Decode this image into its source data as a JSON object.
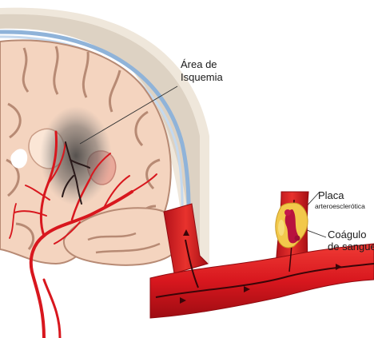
{
  "labels": {
    "ischemia_line1": "Área de",
    "ischemia_line2": "Isquemia",
    "plaque_title": "Placa",
    "plaque_sub": "arteroesclerótica",
    "clot_line1": "Coágulo",
    "clot_line2": "de sangue"
  },
  "colors": {
    "artery_red": "#d8171e",
    "artery_dark": "#a50f14",
    "brain_tissue": "#f6d8c3",
    "brain_fold": "#b78a74",
    "ischemia_shade": "#4a4a4a",
    "skull_layers": "#e9e1d5",
    "dura_blue": "#8fb3d9",
    "plaque_yellow": "#f2c84b"
  }
}
